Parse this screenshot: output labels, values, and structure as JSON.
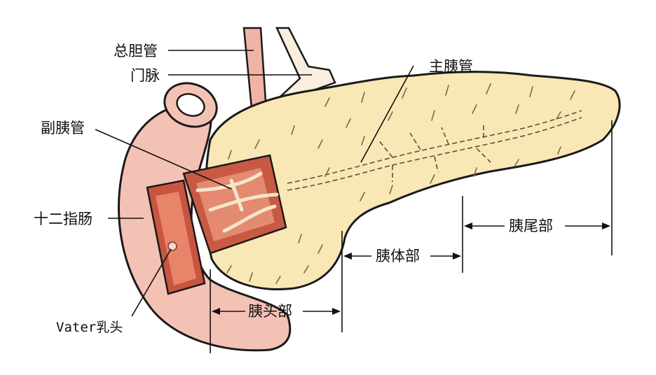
{
  "labels": {
    "common_bile_duct": "总胆管",
    "portal_vein": "门脉",
    "accessory_duct": "副胰管",
    "duodenum": "十二指肠",
    "vater_papilla": "Vater乳头",
    "main_duct": "主胰管",
    "head": "胰头部",
    "body": "胰体部",
    "tail": "胰尾部"
  },
  "colors": {
    "pancreas": "#f9e7b5",
    "duodenum_outer": "#f4c2b5",
    "duodenum_inner": "#c8553f",
    "vessel": "#f0b3a6"
  }
}
